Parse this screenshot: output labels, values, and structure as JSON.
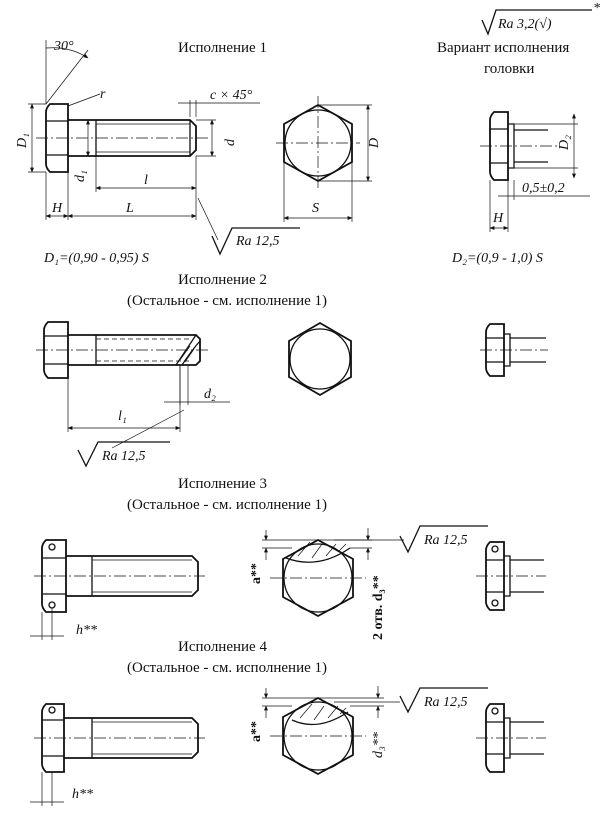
{
  "captions": {
    "v1_title": "Исполнение 1",
    "variant_title_line1": "Вариант исполнения",
    "variant_title_line2": "головки",
    "v2_title": "Исполнение 2",
    "v2_sub": "(Остальное - см. исполнение 1)",
    "v3_title": "Исполнение 3",
    "v3_sub": "(Остальное - см. исполнение 1)",
    "v4_title": "Исполнение 4",
    "v4_sub": "(Остальное - см. исполнение 1)"
  },
  "formulas": {
    "d1_formula": "D₁=(0,90 - 0,95) S",
    "d2_formula": "D₂=(0,9 - 1,0) S"
  },
  "roughness": {
    "global": "Ra 3,2(√)",
    "global_star": "*",
    "ra_v1": "Ra 12,5",
    "ra_v2": "Ra 12,5",
    "ra_v3": "Ra 12,5",
    "ra_v4": "Ra 12,5"
  },
  "dims": {
    "angle": "30°",
    "r": "r",
    "chamfer": "c × 45°",
    "D1": "D₁",
    "d1": "d₁",
    "d": "d",
    "l": "l",
    "H": "H",
    "L": "L",
    "D": "D",
    "S": "S",
    "D2": "D₂",
    "offset": "0,5±0,2",
    "H_variant": "H",
    "l1": "l₁",
    "d2": "d₂",
    "h3": "h**",
    "a3": "a**",
    "holes3": "2 отв. d₃**",
    "h4": "h**",
    "a4": "a**",
    "d3_4": "d₃**"
  }
}
